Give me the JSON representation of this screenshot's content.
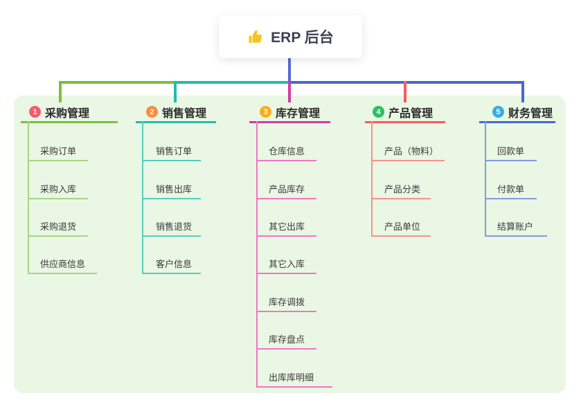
{
  "root": {
    "label": "ERP 后台",
    "icon": "thumbs-up-icon",
    "icon_color": "#F7C325"
  },
  "panel_color": "#E9F7E4",
  "connector_colors": {
    "root": "#5569D4",
    "branch1": "#7EBE3F",
    "branch1_child": "#A6D584",
    "branch2": "#23BCA9",
    "branch2_child": "#55CCBD",
    "branch3": "#CF3DA2",
    "branch3_child": "#F175C3",
    "branch4": "#F85B5F",
    "branch4_child": "#F5928C",
    "branch5": "#4A67CE",
    "branch5_child": "#829ADF"
  },
  "branches": [
    {
      "number": "1",
      "label": "采购管理",
      "badge_color": "#F25C70",
      "line_color": "#7EBE3F",
      "items": [
        "采购订单",
        "采购入库",
        "采购退货",
        "供应商信息"
      ]
    },
    {
      "number": "2",
      "label": "销售管理",
      "badge_color": "#FB8B40",
      "line_color": "#23BCA9",
      "items": [
        "销售订单",
        "销售出库",
        "销售退货",
        "客户信息"
      ]
    },
    {
      "number": "3",
      "label": "库存管理",
      "badge_color": "#FBAE17",
      "line_color": "#CF3DA2",
      "items": [
        "仓库信息",
        "产品库存",
        "其它出库",
        "其它入库",
        "库存调拨",
        "库存盘点",
        "出库库明细"
      ]
    },
    {
      "number": "4",
      "label": "产品管理",
      "badge_color": "#2EBE66",
      "line_color": "#F85B5F",
      "items": [
        "产品（物料）",
        "产品分类",
        "产品单位"
      ]
    },
    {
      "number": "5",
      "label": "财务管理",
      "badge_color": "#38ACE0",
      "line_color": "#4A67CE",
      "items": [
        "回款单",
        "付款单",
        "结算账户"
      ]
    }
  ]
}
